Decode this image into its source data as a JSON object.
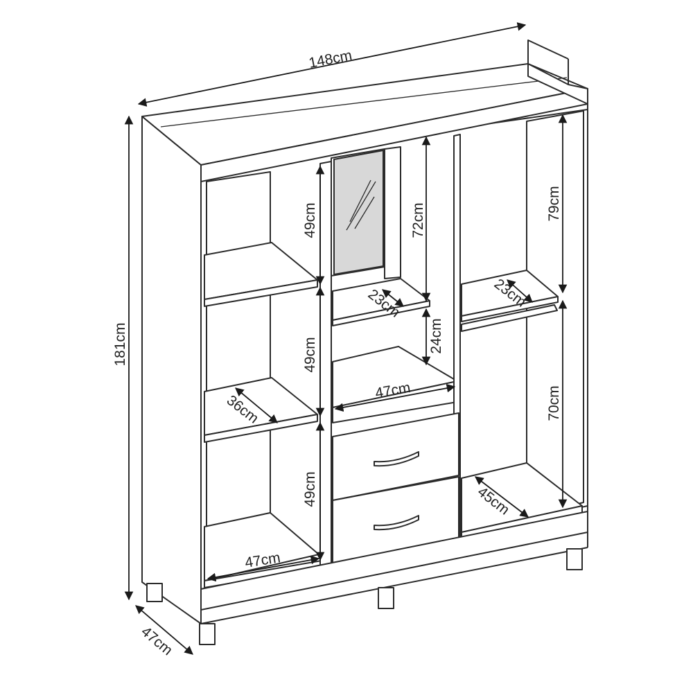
{
  "diagram": {
    "type": "furniture-dimension-drawing",
    "dimensions": {
      "width": "148cm",
      "height": "181cm",
      "depth": "47cm",
      "left_niche_top": "49cm",
      "left_niche_middle": "49cm",
      "left_niche_bottom": "49cm",
      "left_shelf_depth": "36cm",
      "left_bottom_width": "47cm",
      "center_upper": "72cm",
      "center_shelf_depth": "23cm",
      "center_gap": "24cm",
      "center_width": "47cm",
      "right_upper": "79cm",
      "right_shelf_depth": "23cm",
      "right_lower": "70cm",
      "right_bottom_depth": "45cm"
    }
  }
}
